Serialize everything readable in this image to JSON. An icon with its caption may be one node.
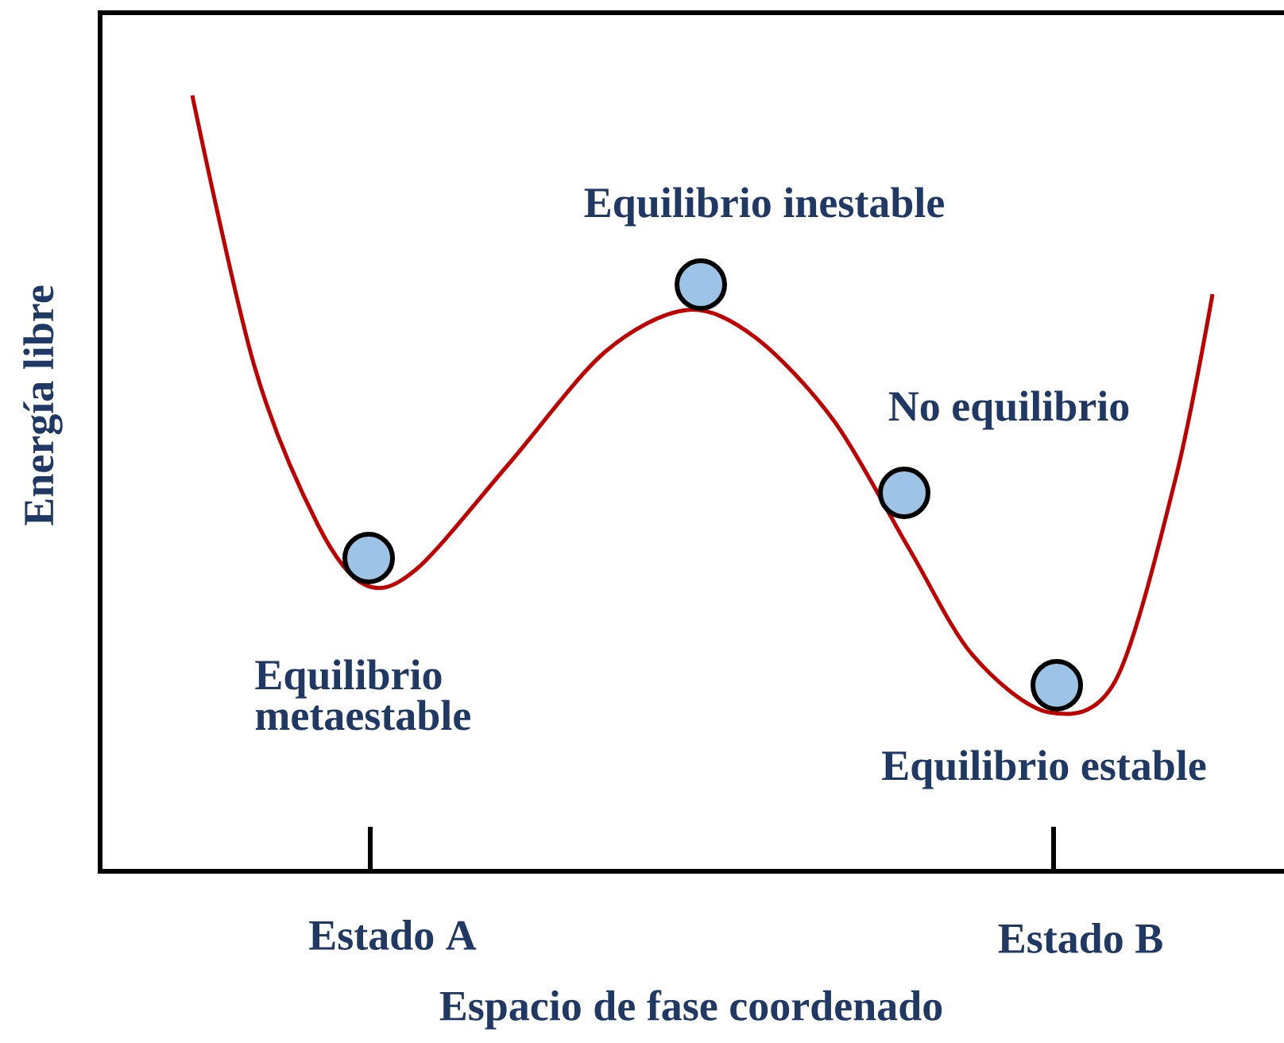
{
  "diagram": {
    "nodes": [
      {
        "text": [],
        "shape": "circle",
        "beside": [
          "Equilibrio metaestable"
        ]
      },
      {
        "text": [],
        "shape": "circle",
        "beside": [
          "Equilibrio inestable"
        ]
      },
      {
        "text": [],
        "shape": "circle",
        "beside": [
          "No equilibrio"
        ]
      },
      {
        "text": [],
        "shape": "circle",
        "beside": [
          "Equilibrio estable"
        ]
      }
    ],
    "labels": [
      "Energía libre",
      "Estado A",
      "Estado B",
      "Espacio de fase coordenado"
    ]
  }
}
